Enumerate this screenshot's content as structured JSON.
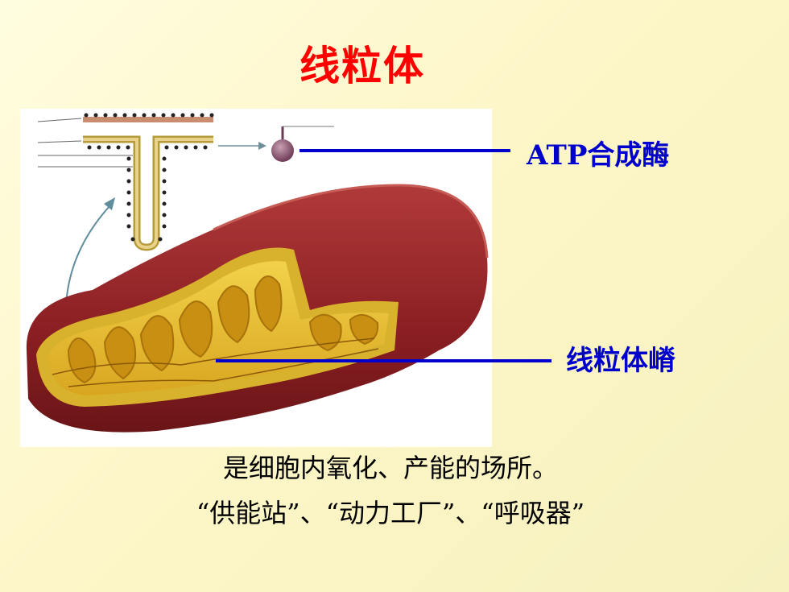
{
  "slide": {
    "title": "线粒体",
    "title_color": "#ff0000",
    "accent_color": "#0000cc",
    "labels": {
      "atp": "ATP合成酶",
      "cristae": "线粒体嵴"
    },
    "caption_lines": [
      "是细胞内氧化、产能的场所。",
      "“供能站”、“动力工厂”、“呼吸器”"
    ]
  }
}
